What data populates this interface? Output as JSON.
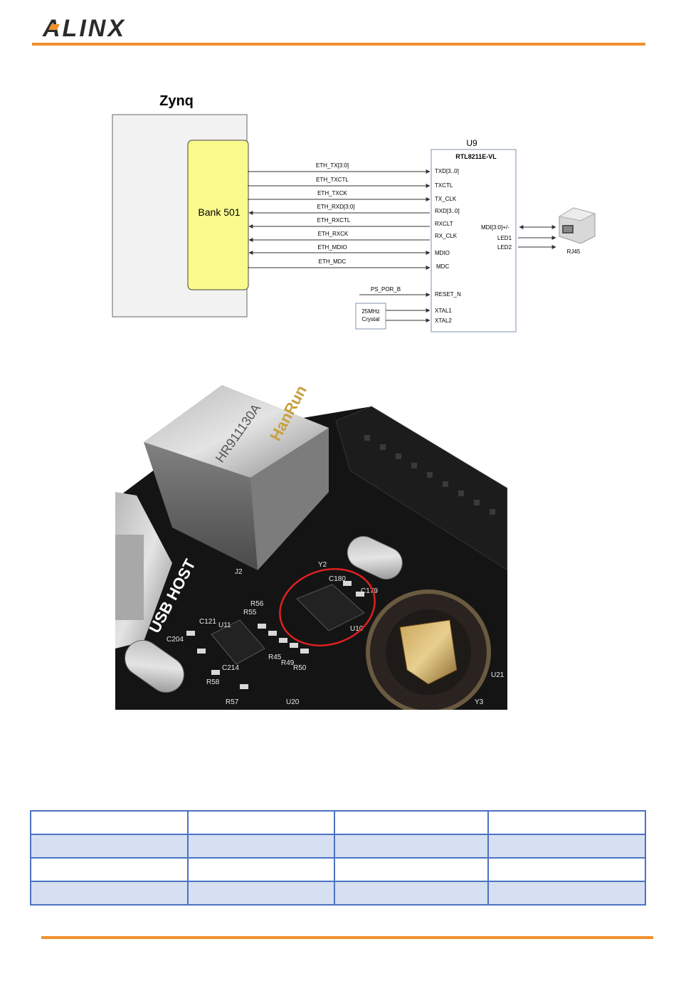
{
  "brand": {
    "name": "ALINX",
    "accent": "#f0902e",
    "dark": "#2b2b2b"
  },
  "diagram": {
    "zynq_title": "Zynq",
    "bank_label": "Bank 501",
    "phy_ref": "U9",
    "phy_part": "RTL8211E-VL",
    "signals": [
      {
        "net": "ETH_TX[3:0]",
        "pin": "TXD[3..0]",
        "dir": "out"
      },
      {
        "net": "ETH_TXCTL",
        "pin": "TXCTL",
        "dir": "out"
      },
      {
        "net": "ETH_TXCK",
        "pin": "TX_CLK",
        "dir": "out"
      },
      {
        "net": "ETH_RXD[3:0]",
        "pin": "RXD[3..0]",
        "dir": "in"
      },
      {
        "net": "ETH_RXCTL",
        "pin": "RXCLT",
        "dir": "in"
      },
      {
        "net": "ETH_RXCK",
        "pin": "RX_CLK",
        "dir": "in"
      },
      {
        "net": "ETH_MDIO",
        "pin": "MDIO",
        "dir": "bi"
      },
      {
        "net": "ETH_MDC",
        "pin": "MDC",
        "dir": "out"
      }
    ],
    "reset_net": "PS_POR_B",
    "reset_pin": "RESET_N",
    "crystal_line1": "25MHz",
    "crystal_line2": "Crystal",
    "xtal1": "XTAL1",
    "xtal2": "XTAL2",
    "right_pins": [
      "MDI[3:0]+/-",
      "LED1",
      "LED2"
    ],
    "rj45_label": "RJ45",
    "bank_fill": "#fbfb8c",
    "zynq_fill": "#f2f2f2"
  },
  "photo": {
    "magjack_text": "HanRun",
    "magjack_part": "HR911130A",
    "usb_label": "USB HOST",
    "chip_label": "U10",
    "silk": [
      "J2",
      "Y2",
      "C180",
      "C179",
      "R55",
      "R56",
      "R45",
      "R49",
      "R50",
      "U11",
      "C121",
      "C204",
      "R58",
      "C214",
      "R57",
      "U20",
      "U21",
      "Y3"
    ],
    "highlight_color": "#e02020"
  },
  "table": {
    "rows": 4,
    "cols": 4
  }
}
